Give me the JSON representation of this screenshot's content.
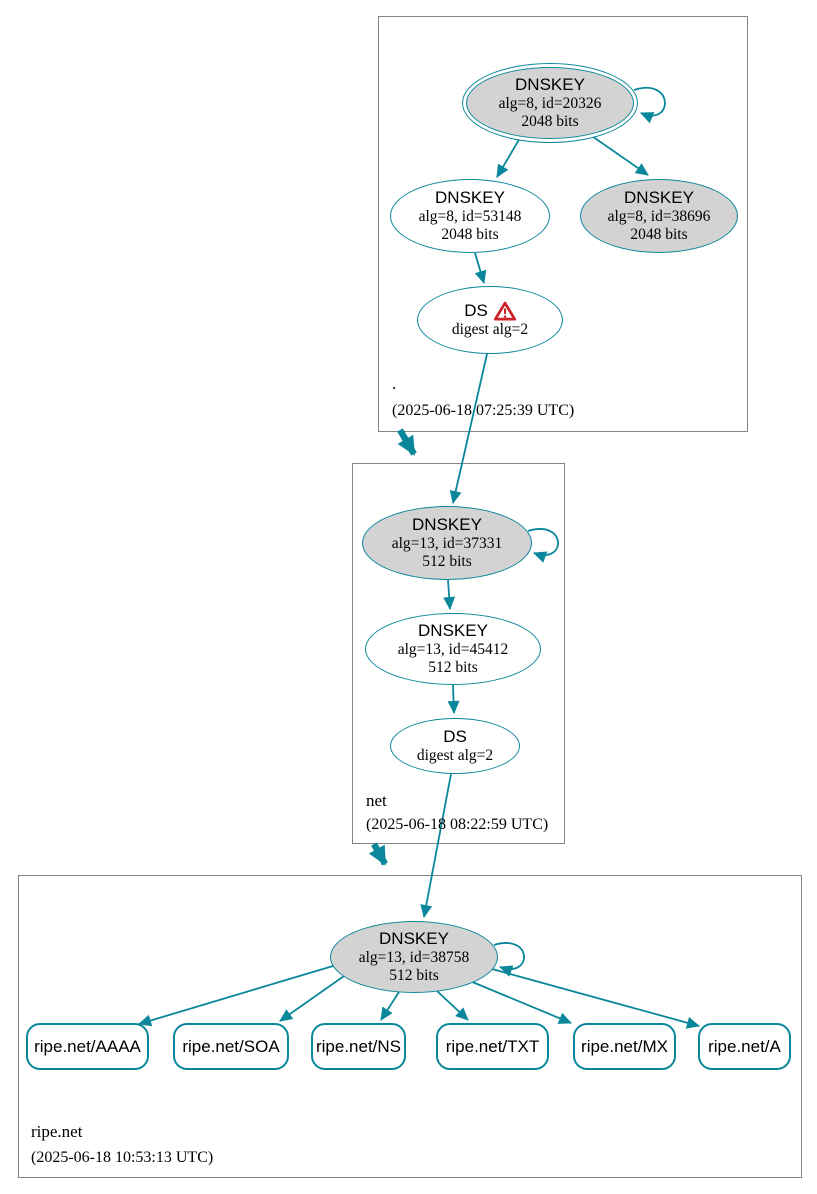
{
  "colors": {
    "edge_teal": "#0a879a",
    "ksk_fill": "#d3d3d3",
    "node_fill": "#ffffff",
    "cluster_border": "#848484",
    "warning_red": "#cc2229"
  },
  "icons": {
    "warning": "warning-triangle-icon"
  },
  "zones": [
    {
      "label": ".",
      "timestamp": "(2025-06-18 07:25:39 UTC)",
      "ksk": {
        "title": "DNSKEY",
        "alg": "alg=8, id=20326",
        "bits": "2048 bits"
      },
      "zsk": {
        "title": "DNSKEY",
        "alg": "alg=8, id=53148",
        "bits": "2048 bits"
      },
      "key2": {
        "title": "DNSKEY",
        "alg": "alg=8, id=38696",
        "bits": "2048 bits"
      },
      "ds": {
        "title": "DS",
        "digest": "digest alg=2"
      }
    },
    {
      "label": "net",
      "timestamp": "(2025-06-18 08:22:59 UTC)",
      "ksk": {
        "title": "DNSKEY",
        "alg": "alg=13, id=37331",
        "bits": "512 bits"
      },
      "zsk": {
        "title": "DNSKEY",
        "alg": "alg=13, id=45412",
        "bits": "512 bits"
      },
      "ds": {
        "title": "DS",
        "digest": "digest alg=2"
      }
    },
    {
      "label": "ripe.net",
      "timestamp": "(2025-06-18 10:53:13 UTC)",
      "ksk": {
        "title": "DNSKEY",
        "alg": "alg=13, id=38758",
        "bits": "512 bits"
      },
      "rrsets": [
        "ripe.net/AAAA",
        "ripe.net/SOA",
        "ripe.net/NS",
        "ripe.net/TXT",
        "ripe.net/MX",
        "ripe.net/A"
      ]
    }
  ]
}
